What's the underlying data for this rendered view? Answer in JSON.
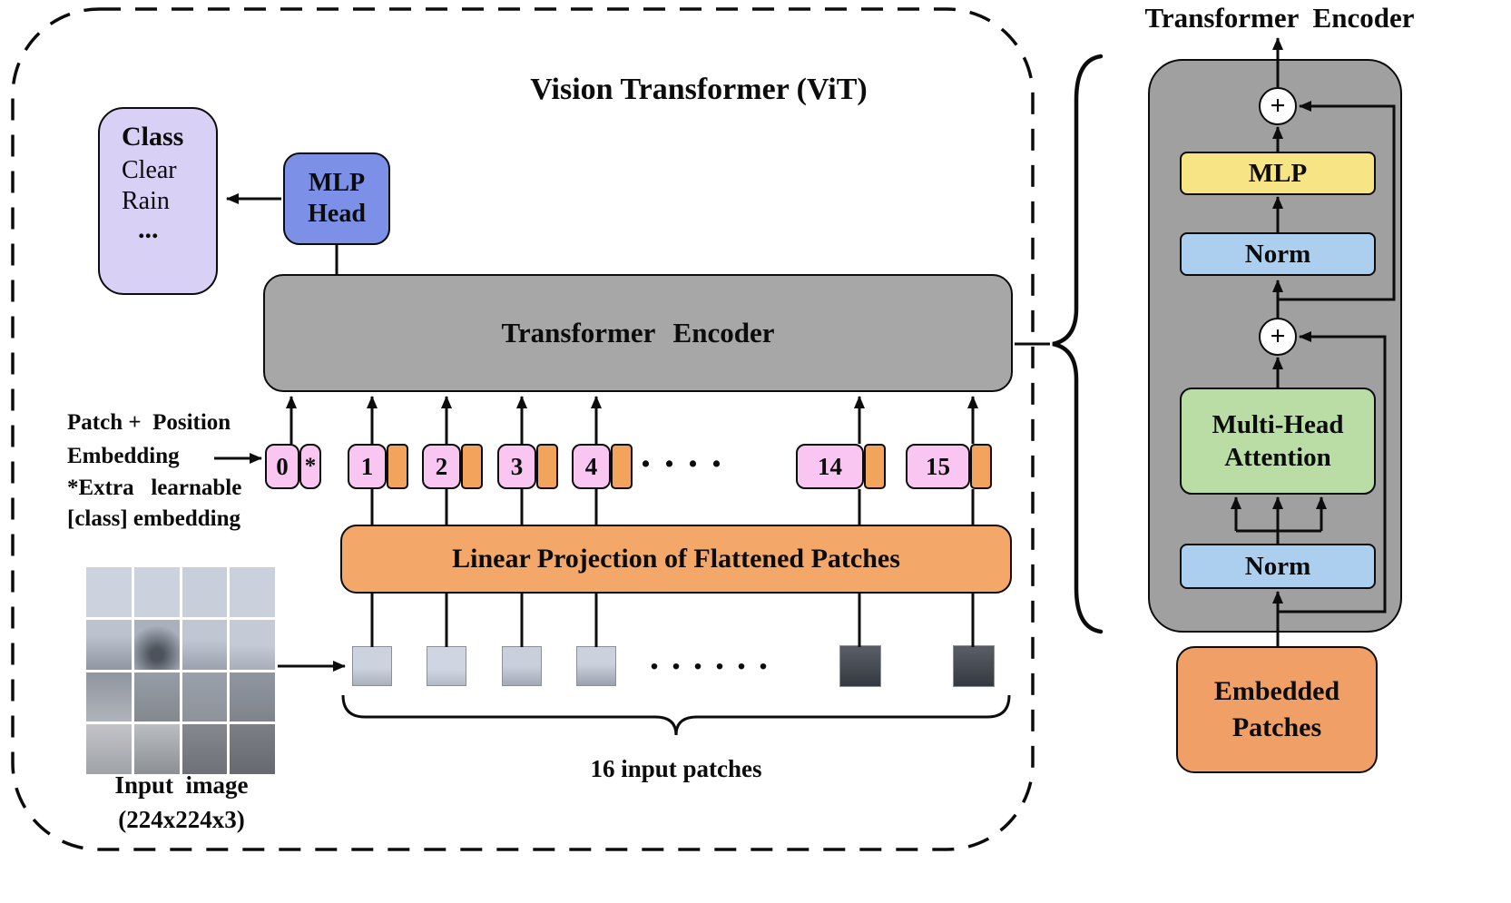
{
  "left_panel": {
    "title": "Vision Transformer (ViT)",
    "class_box": {
      "header": "Class",
      "item1": "Clear",
      "item2": "Rain",
      "ellipsis": "..."
    },
    "mlp_head": {
      "line1": "MLP",
      "line2": "Head"
    },
    "transformer_encoder_label": "Transformer Encoder",
    "embedding_note": {
      "line1": "Patch +  Position",
      "line2": "Embedding",
      "line3": "*Extra   learnable",
      "line4": "[class] embedding"
    },
    "tokens": [
      "0",
      "*",
      "1",
      "2",
      "3",
      "4",
      "14",
      "15"
    ],
    "token_dots": ".   .   .   .",
    "linear_projection_label": "Linear Projection of Flattened Patches",
    "patch_dots": ".  .  .  .  .  .",
    "input_patches_label": "16 input patches",
    "input_image_caption": {
      "line1": "Input  image",
      "line2": "(224x224x3)"
    }
  },
  "right_panel": {
    "title": "Transformer Encoder",
    "plus_sign": "+",
    "mlp_label": "MLP",
    "norm_top_label": "Norm",
    "attention": {
      "line1": "Multi-Head",
      "line2": "Attention"
    },
    "norm_bottom_label": "Norm",
    "embedded_patches": {
      "line1": "Embedded",
      "line2": "Patches"
    }
  },
  "colors": {
    "token_pink": "#f9c6f2",
    "patch_orange": "#f2a45c",
    "encoder_gray": "#a7a7a7",
    "mlp_head_blue": "#7d90e8",
    "class_lavender": "#d8d0f5",
    "mlp_yellow": "#f7e585",
    "norm_blue": "#accff0",
    "attention_green": "#badda6",
    "embedded_orange": "#f0a066"
  }
}
